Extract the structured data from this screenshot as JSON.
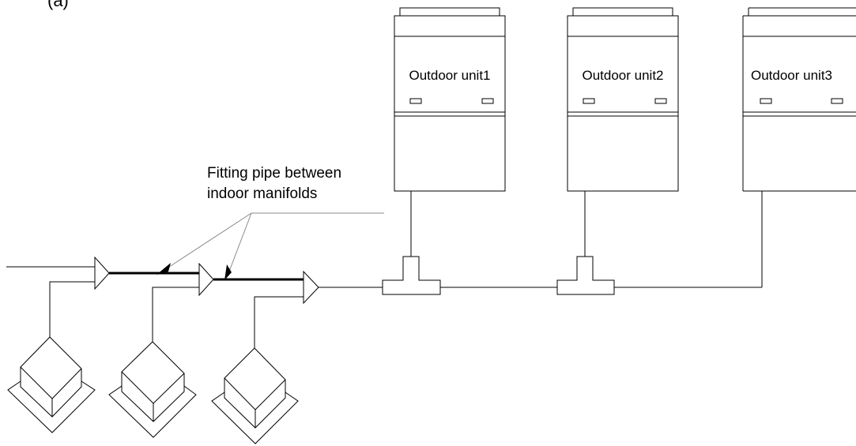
{
  "outdoor_units": [
    {
      "label": "Outdoor unit1"
    },
    {
      "label": "Outdoor unit2"
    },
    {
      "label": "Outdoor unit3"
    }
  ],
  "annotation": {
    "line1": "Fitting pipe between",
    "line2": "indoor manifolds"
  },
  "top_partial_text": "(a)"
}
